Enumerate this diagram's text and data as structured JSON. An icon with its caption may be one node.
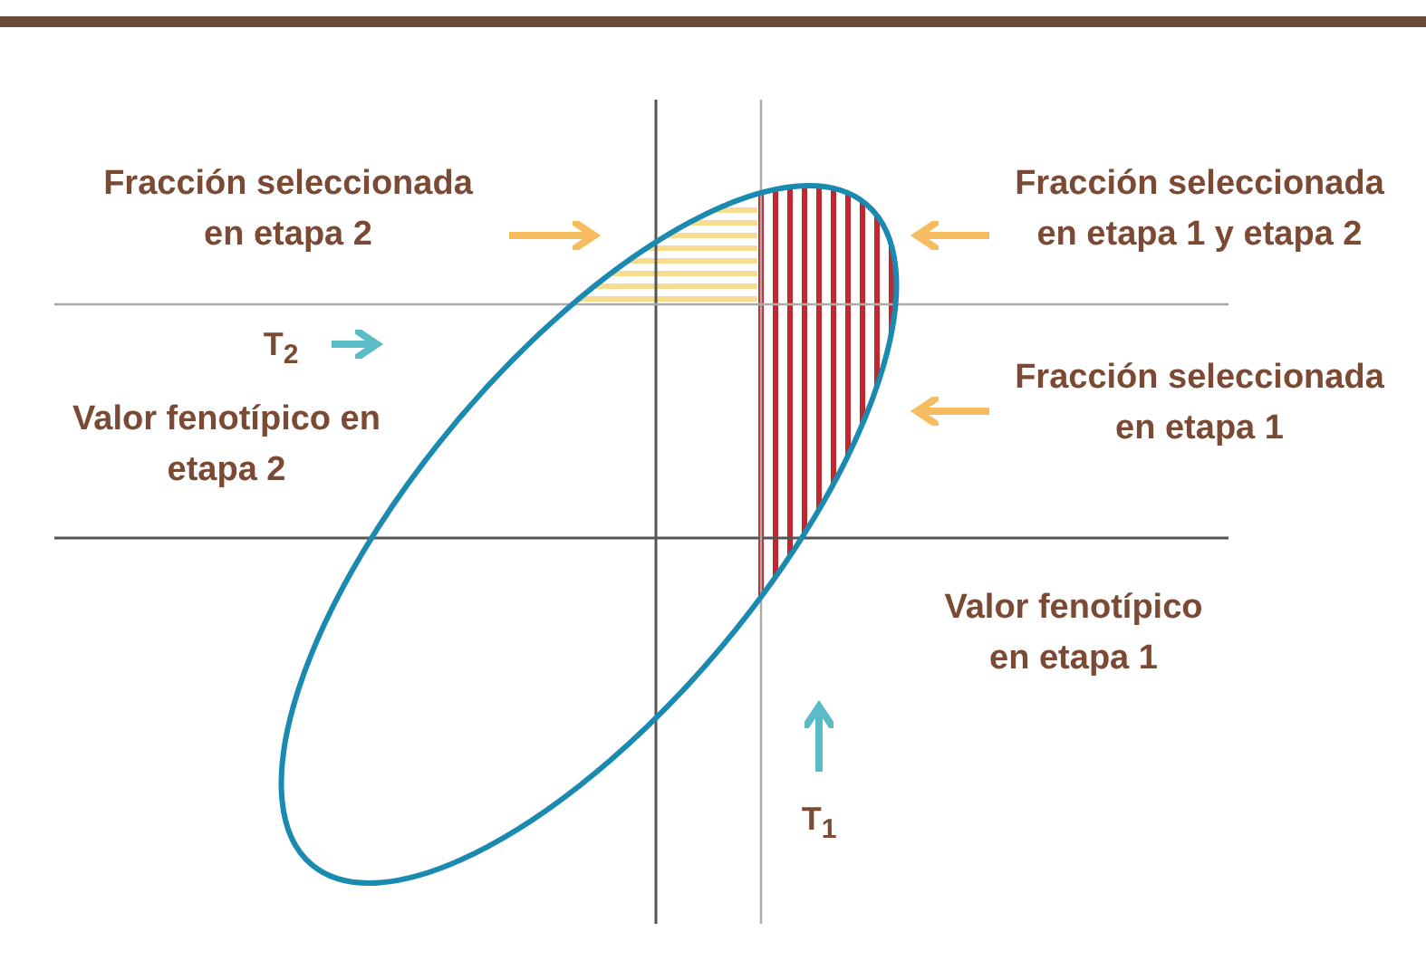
{
  "diagram": {
    "nodes": [
      {
        "text": [
          "Fracción seleccionada en etapa 2"
        ]
      },
      {
        "text": [
          "Fracción seleccionada en etapa 1 y etapa 2"
        ]
      },
      {
        "text": [
          "Fracción seleccionada en etapa 1"
        ]
      },
      {
        "text": [
          "T$_{2}$"
        ]
      },
      {
        "text": [
          "T$_{1}$"
        ]
      }
    ],
    "edges": [
      {
        "from": 0,
        "to": null,
        "arrow": "to"
      },
      {
        "from": 1,
        "to": null,
        "arrow": "to"
      },
      {
        "from": 2,
        "to": null,
        "arrow": "to"
      },
      {
        "from": 3,
        "to": null,
        "arrow": "to",
        "color": "#5bbcc8"
      },
      {
        "from": 4,
        "to": null,
        "arrow": "to",
        "color": "#5bbcc8"
      }
    ],
    "labels": [
      "Valor fenotípico en etapa 2",
      "Valor fenotípico en etapa 1"
    ]
  }
}
